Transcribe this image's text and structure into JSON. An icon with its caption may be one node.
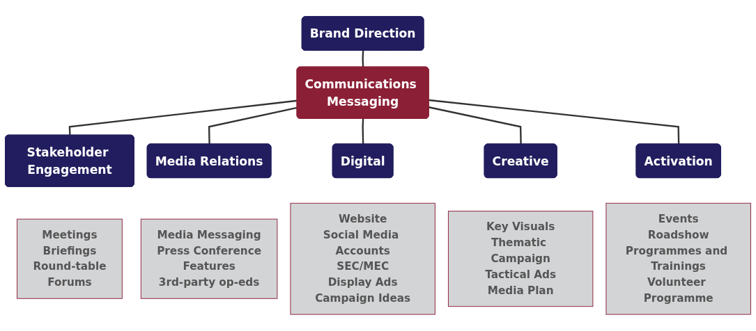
{
  "diagram": {
    "nodes": [
      {
        "text": [
          "Brand Direction"
        ]
      },
      {
        "text": [
          "Communications Messaging"
        ]
      },
      {
        "text": [
          "Stakeholder Engagement"
        ]
      },
      {
        "text": [
          "Meetings",
          "Briefings",
          "Round-table",
          "Forums"
        ]
      },
      {
        "text": [
          "Media Relations"
        ]
      },
      {
        "text": [
          "Media Messaging",
          "Press Conference",
          "Features",
          "3rd-party op-eds"
        ]
      },
      {
        "text": [
          "Digital"
        ]
      },
      {
        "text": [
          "Website",
          "Social Media Accounts",
          "SEC/MEC",
          "Display Ads",
          "Campaign Ideas"
        ]
      },
      {
        "text": [
          "Creative"
        ]
      },
      {
        "text": [
          "Key Visuals",
          "Thematic Campaign",
          "Tactical Ads",
          "Media Plan"
        ]
      },
      {
        "text": [
          "Activation"
        ]
      },
      {
        "text": [
          "Events",
          "Roadshow",
          "Programmes and Trainings",
          "Volunteer Programme"
        ]
      }
    ],
    "edges": [
      {
        "from": 0,
        "to": 1,
        "arrow": "none"
      },
      {
        "from": 1,
        "to": 2,
        "arrow": "none"
      },
      {
        "from": 1,
        "to": 4,
        "arrow": "none"
      },
      {
        "from": 1,
        "to": 6,
        "arrow": "none"
      },
      {
        "from": 1,
        "to": 8,
        "arrow": "none"
      },
      {
        "from": 1,
        "to": 10,
        "arrow": "none"
      }
    ]
  }
}
